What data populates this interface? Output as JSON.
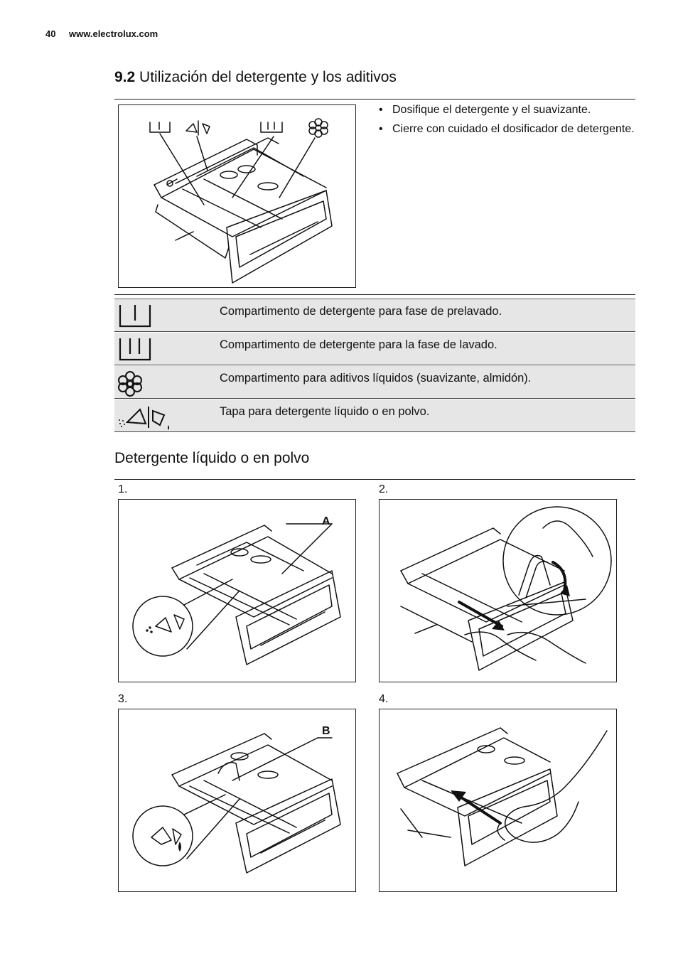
{
  "header": {
    "page_number": "40",
    "website": "www.electrolux.com"
  },
  "section": {
    "number": "9.2",
    "title": "Utilización del detergente y los aditivos"
  },
  "bullets": [
    "Dosifique el detergente y el suavizante.",
    "Cierre con cuidado el dosificador de detergente."
  ],
  "legend": [
    {
      "icon": "prewash-compartment-icon",
      "text": "Compartimento de detergente para fase de prelavado."
    },
    {
      "icon": "wash-compartment-icon",
      "text": "Compartimento de detergente para la fase de lavado."
    },
    {
      "icon": "flower-icon",
      "text": "Compartimento para aditivos líquidos (suavizante, almidón)."
    },
    {
      "icon": "liquid-powder-flap-icon",
      "text": "Tapa para detergente líquido o en polvo."
    }
  ],
  "subsection": {
    "title": "Detergente líquido o en polvo"
  },
  "steps": [
    {
      "number": "1.",
      "label": "A"
    },
    {
      "number": "2.",
      "label": ""
    },
    {
      "number": "3.",
      "label": "B"
    },
    {
      "number": "4.",
      "label": ""
    }
  ],
  "colors": {
    "row_background": "#e6e6e6",
    "line": "#222222"
  }
}
